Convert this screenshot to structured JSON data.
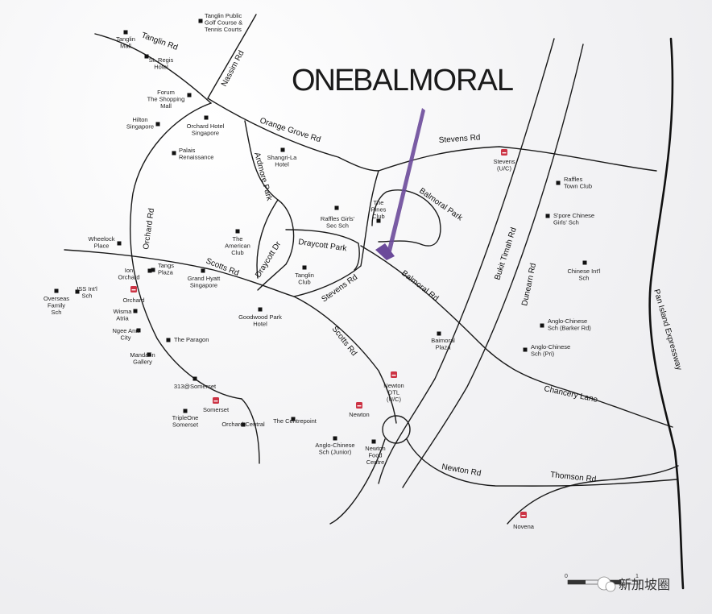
{
  "title": {
    "part1": "ONE",
    "part2": "BALMORAL"
  },
  "colors": {
    "pointer": "#6b4a9a",
    "mrt_badge": "#cc3344"
  },
  "roads": {
    "tanglin_rd": "Tanglin Rd",
    "nassim_rd": "Nassim Rd",
    "orange_grove_rd": "Orange Grove Rd",
    "stevens_rd_top": "Stevens Rd",
    "ardmore_park": "Ardmore Park",
    "orchard_rd": "Orchard Rd",
    "scotts_rd_west": "Scotts Rd",
    "draycott_dr": "Draycott Dr",
    "draycott_park": "Draycott Park",
    "stevens_rd_mid": "Stevens Rd",
    "balmoral_park": "Balmoral Park",
    "balmoral_rd": "Balmoral Rd",
    "bukit_timah_rd": "Bukit Timah Rd",
    "dunearn_rd": "Dunearn Rd",
    "scotts_rd_south": "Scotts Rd",
    "chancery_lane": "Chancery Lane",
    "newton_rd": "Newton Rd",
    "thomson_rd": "Thomson Rd",
    "pie": "Pan Island Expressway"
  },
  "pois": {
    "tanglin_public_golf": [
      "Tanglin Public",
      "Golf Course &",
      "Tennis Courts"
    ],
    "tanglin_mall": [
      "Tanglin",
      "Mall"
    ],
    "st_regis": [
      "St. Regis",
      "Hotel"
    ],
    "forum": [
      "Forum",
      "The Shopping",
      "Mall"
    ],
    "hilton": [
      "Hilton",
      "Singapore"
    ],
    "orchard_hotel": [
      "Orchard Hotel",
      "Singapore"
    ],
    "palais": [
      "Palais",
      "Renaissance"
    ],
    "shangri_la": [
      "Shangri-La",
      "Hotel"
    ],
    "stevens_mrt": [
      "Stevens",
      "(U/C)"
    ],
    "raffles_town_club": [
      "Raffles",
      "Town Club"
    ],
    "the_pines_club": [
      "The",
      "Pines",
      "Club"
    ],
    "raffles_girls": [
      "Raffles Girls'",
      "Sec Sch"
    ],
    "spore_chinese_girls": [
      "S'pore Chinese",
      "Girls' Sch"
    ],
    "wheelock": [
      "Wheelock",
      "Place"
    ],
    "american_club": [
      "The",
      "American",
      "Club"
    ],
    "chinese_intl": [
      "Chinese Int'l",
      "Sch"
    ],
    "ion_orchard": [
      "Ion",
      "Orchard"
    ],
    "tangs_plaza": [
      "Tangs",
      "Plaza"
    ],
    "grand_hyatt": [
      "Grand Hyatt",
      "Singapore"
    ],
    "tanglin_club": [
      "Tanglin",
      "Club"
    ],
    "iss_intl": [
      "ISS Int'l",
      "Sch"
    ],
    "orchard_mrt": [
      "Orchard"
    ],
    "overseas_family": [
      "Overseas",
      "Family",
      "Sch"
    ],
    "wisma_atria": [
      "Wisma",
      "Atria"
    ],
    "goodwood": [
      "Goodwood Park",
      "Hotel"
    ],
    "anglo_chinese_barker": [
      "Anglo-Chinese",
      "Sch (Barker Rd)"
    ],
    "ngee_ann": [
      "Ngee Ann",
      "City"
    ],
    "the_paragon": [
      "The Paragon"
    ],
    "baimoral_plaza": [
      "Baimoral",
      "Plaza"
    ],
    "anglo_chinese_pri": [
      "Anglo-Chinese",
      "Sch (Pri)"
    ],
    "mandarin_gallery": [
      "Mandarin",
      "Gallery"
    ],
    "newton_dtl": [
      "Newton",
      "DTL",
      "(U/C)"
    ],
    "somerset_313": [
      "313@Somerset"
    ],
    "somerset_mrt": [
      "Somerset"
    ],
    "newton_mrt": [
      "Newton"
    ],
    "tripleone": [
      "TripleOne",
      "Somerset"
    ],
    "orchard_central": [
      "Orchard Central"
    ],
    "the_centrepoint": [
      "The Centrepoint"
    ],
    "anglo_chinese_junior": [
      "Anglo-Chinese",
      "Sch (Junior)"
    ],
    "newton_food": [
      "Newton",
      "Food",
      "Centre"
    ],
    "novena_mrt": [
      "Novena"
    ]
  },
  "scale": {
    "start": "0",
    "end": "1"
  },
  "watermark": {
    "text": "新加坡圈"
  }
}
